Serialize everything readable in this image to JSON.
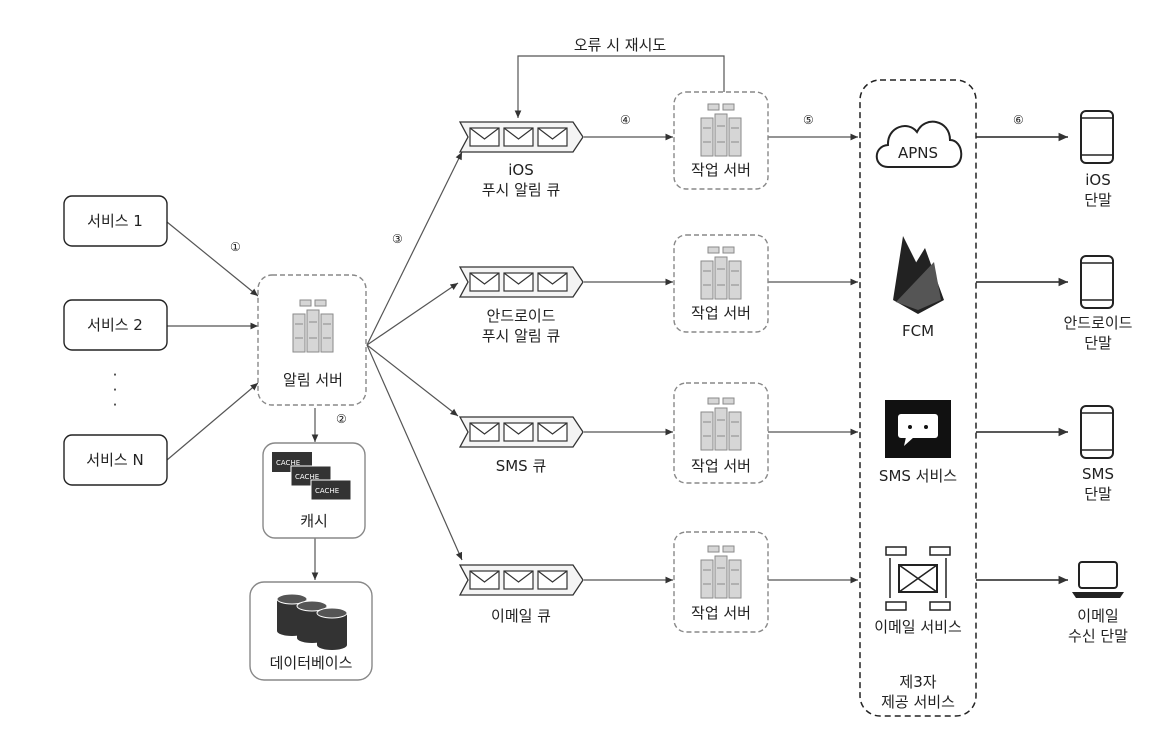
{
  "services": [
    "서비스 1",
    "서비스 2",
    "서비스 N"
  ],
  "services_ellipsis": "·",
  "notification_server": "알림 서버",
  "cache": {
    "label": "캐시",
    "chip": "CACHE"
  },
  "database": "데이터베이스",
  "queues": [
    {
      "line1": "iOS",
      "line2": "푸시 알림 큐"
    },
    {
      "line1": "안드로이드",
      "line2": "푸시 알림 큐"
    },
    {
      "line1": "SMS 큐",
      "line2": ""
    },
    {
      "line1": "이메일 큐",
      "line2": ""
    }
  ],
  "worker_label": "작업 서버",
  "retry_label": "오류 시 재시도",
  "step_markers": [
    "①",
    "②",
    "③",
    "④",
    "⑤",
    "⑥"
  ],
  "providers": [
    {
      "label": "FCM"
    },
    {
      "label": "SMS 서비스"
    },
    {
      "label": "이메일 서비스"
    }
  ],
  "apns_label": "APNS",
  "third_party": {
    "line1": "제3자",
    "line2": "제공 서비스"
  },
  "devices": [
    {
      "line1": "iOS",
      "line2": "단말"
    },
    {
      "line1": "안드로이드",
      "line2": "단말"
    },
    {
      "line1": "SMS",
      "line2": "단말"
    },
    {
      "line1": "이메일",
      "line2": "수신 단말"
    }
  ]
}
